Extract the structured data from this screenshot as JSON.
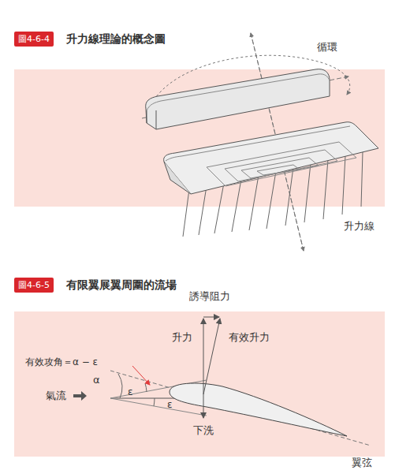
{
  "diagram": {
    "nodes": [
      {
        "text": [
          "圖4-6-4",
          "升力線理論的概念圖"
        ]
      },
      {
        "text": [
          "圖4-6-5",
          "有限翼展翼周圍的流場"
        ]
      }
    ],
    "labels": [
      "循環",
      "升力線",
      "誘導阻力",
      "升力",
      "有效升力",
      "有效攻角＝α − ε",
      "α",
      "ε",
      "ε",
      "氣流",
      "下洗",
      "翼弦"
    ]
  }
}
